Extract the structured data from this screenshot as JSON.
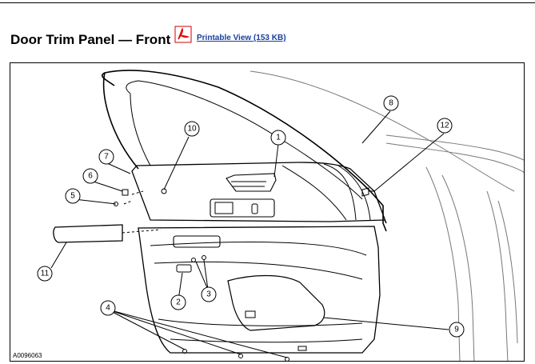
{
  "page": {
    "title": "Door Trim Panel — Front",
    "printable_link": "Printable View (153 KB)"
  },
  "figure": {
    "id": "A0096063",
    "callouts": [
      "1",
      "2",
      "3",
      "4",
      "5",
      "6",
      "7",
      "8",
      "9",
      "10",
      "11",
      "12"
    ]
  }
}
